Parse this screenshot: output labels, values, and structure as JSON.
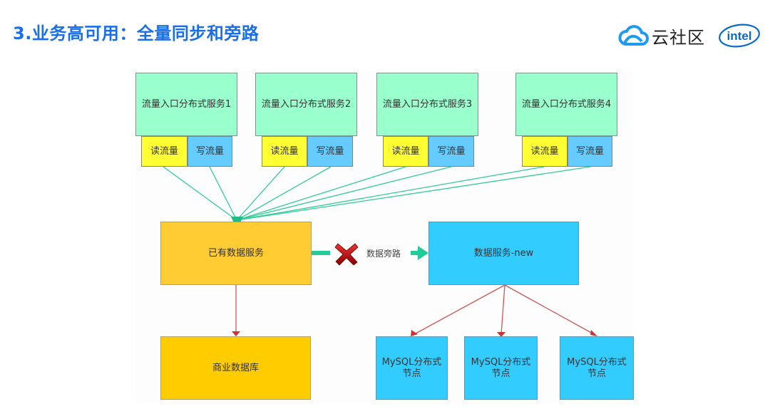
{
  "header": {
    "title": "3.业务高可用：全量同步和旁路",
    "logo_cloud_text": "云社区",
    "logo_cloud_icon": "cloud-icon",
    "logo_intel_text": "intel",
    "logo_intel_icon": "intel-logo"
  },
  "colors": {
    "title": "#1a6fe8",
    "service_box": "#99ffcc",
    "read_box": "#ffff33",
    "write_box": "#66ccff",
    "existing_service": "#ffcc33",
    "business_db": "#ffcc00",
    "new_service": "#33ccff",
    "green_link": "#33cc99",
    "red_link": "#cc4444"
  },
  "diagram": {
    "entry_services": [
      {
        "label": "流量入口分布式服务1",
        "read": "读流量",
        "write": "写流量"
      },
      {
        "label": "流量入口分布式服务2",
        "read": "读流量",
        "write": "写流量"
      },
      {
        "label": "流量入口分布式服务3",
        "read": "读流量",
        "write": "写流量"
      },
      {
        "label": "流量入口分布式服务4",
        "read": "读流量",
        "write": "写流量"
      }
    ],
    "existing_service": "已有数据服务",
    "business_db": "商业数据库",
    "bypass_label": "数据旁路",
    "bypass_blocked_icon": "red-x-icon",
    "new_service": "数据服务-new",
    "mysql_nodes": [
      {
        "line1": "MySQL分布式",
        "line2": "节点"
      },
      {
        "line1": "MySQL分布式",
        "line2": "节点"
      },
      {
        "line1": "MySQL分布式",
        "line2": "节点"
      }
    ]
  }
}
